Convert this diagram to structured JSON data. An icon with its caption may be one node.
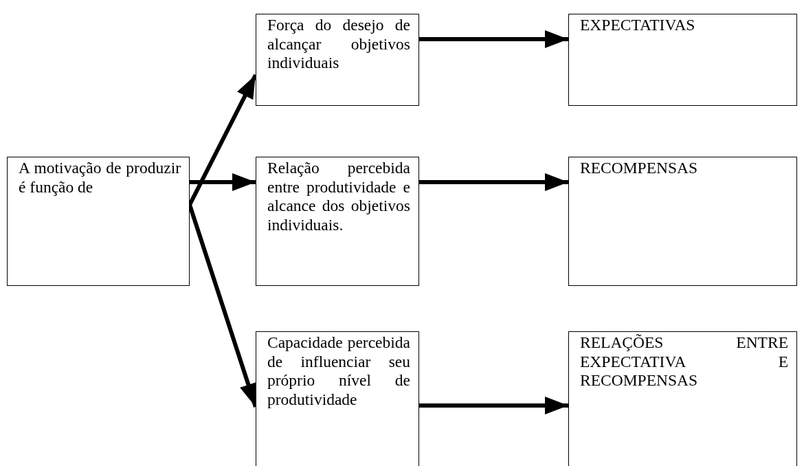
{
  "diagram": {
    "nodes": [
      {
        "text": [
          "A motivação de produzir é função de"
        ]
      },
      {
        "text": [
          "Força do desejo de alcançar objetivos individuais"
        ]
      },
      {
        "text": [
          "Relação percebida entre produtividade e alcance dos objetivos individuais."
        ]
      },
      {
        "text": [
          "Capacidade percebida de influenciar seu próprio nível de produtividade"
        ]
      },
      {
        "text": [
          "EXPECTATIVAS"
        ]
      },
      {
        "text": [
          "RECOMPENSAS"
        ]
      },
      {
        "text": [
          "RELAÇÕES ENTRE EXPECTATIVA E RECOMPENSAS"
        ]
      }
    ],
    "edges": [
      {
        "from": 0,
        "to": 1,
        "arrow": "to"
      },
      {
        "from": 0,
        "to": 2,
        "arrow": "to"
      },
      {
        "from": 0,
        "to": 3,
        "arrow": "to"
      },
      {
        "from": 1,
        "to": 4,
        "arrow": "to"
      },
      {
        "from": 2,
        "to": 5,
        "arrow": "to"
      },
      {
        "from": 3,
        "to": 6,
        "arrow": "to"
      }
    ]
  }
}
